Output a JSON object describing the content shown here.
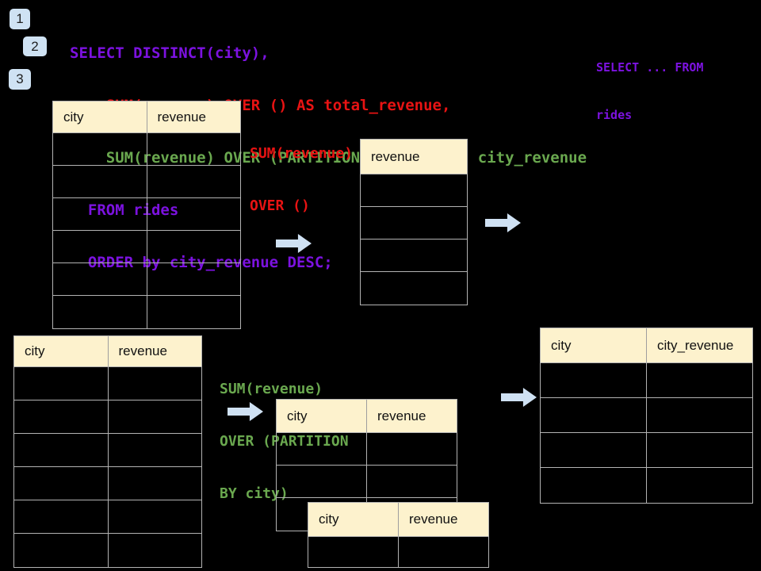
{
  "step_badges": [
    {
      "label": "1"
    },
    {
      "label": "2"
    },
    {
      "label": "3"
    }
  ],
  "sql_code": {
    "lines": [
      {
        "text": "SELECT DISTINCT(city),",
        "color_role": "keyword-purple"
      },
      {
        "text": "    SUM(revenue) OVER () AS total_revenue,",
        "color_role": "total-red"
      },
      {
        "text": "    SUM(revenue) OVER (PARTITION BY city) as city_revenue",
        "color_role": "partition-green"
      },
      {
        "text": "  FROM rides",
        "color_role": "keyword-purple"
      },
      {
        "text": "  ORDER by city_revenue DESC;",
        "color_role": "keyword-purple"
      }
    ]
  },
  "side_note": {
    "line1": "SELECT ... FROM",
    "line2": "rides"
  },
  "annotations": {
    "total_label": {
      "line1": "SUM(revenue)",
      "line2": "OVER ()"
    },
    "partition_label": {
      "line1": "SUM(revenue)",
      "line2": "OVER (PARTITION",
      "line3": "BY city)"
    }
  },
  "tables": {
    "source_top": {
      "columns": [
        "city",
        "revenue"
      ],
      "empty_rows": 6
    },
    "total_result": {
      "columns": [
        "revenue"
      ],
      "empty_rows": 4
    },
    "source_bottom": {
      "columns": [
        "city",
        "revenue"
      ],
      "empty_rows": 6
    },
    "partition_step": {
      "columns": [
        "city",
        "revenue"
      ],
      "empty_rows": 3
    },
    "partition_overlay": {
      "columns": [
        "city",
        "revenue"
      ],
      "empty_rows": 1
    },
    "partition_result": {
      "columns": [
        "city",
        "city_revenue"
      ],
      "empty_rows": 4
    }
  },
  "icons": {
    "arrow_right": "right-block-arrow"
  },
  "colors": {
    "background": "#000000",
    "keyword_purple": "#7c12e0",
    "total_red": "#e81313",
    "partition_green": "#6aa84f",
    "table_header_fill": "#fdf2cd",
    "table_border": "#b3b3b3",
    "arrow_fill": "#cfe1f3",
    "badge_fill": "#cfe2f3"
  }
}
